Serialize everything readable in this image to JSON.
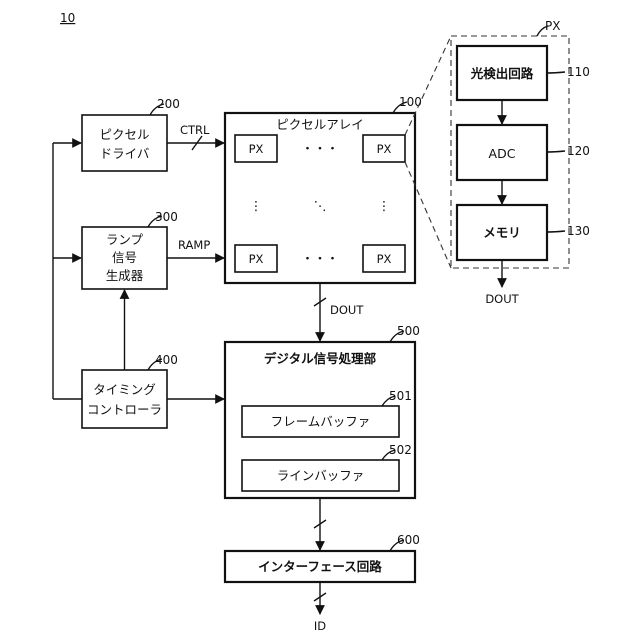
{
  "figure_ref": "10",
  "blocks": {
    "pixel_driver": {
      "ref": "200",
      "lines": [
        "ピクセル",
        "ドライバ"
      ]
    },
    "ramp_gen": {
      "ref": "300",
      "lines": [
        "ランプ",
        "信号",
        "生成器"
      ]
    },
    "timing_ctrl": {
      "ref": "400",
      "lines": [
        "タイミング",
        "コントローラ"
      ]
    },
    "pixel_array": {
      "ref": "100",
      "title": "ピクセルアレイ",
      "px_label": "PX"
    },
    "dsp": {
      "ref": "500",
      "title": "デジタル信号処理部"
    },
    "frame_buffer": {
      "ref": "501",
      "label": "フレームバッファ"
    },
    "line_buffer": {
      "ref": "502",
      "label": "ラインバッファ"
    },
    "interface": {
      "ref": "600",
      "label": "インターフェース回路"
    },
    "pd_circuit": {
      "ref": "110",
      "label": "光検出回路"
    },
    "adc": {
      "ref": "120",
      "label": "ADC"
    },
    "memory": {
      "ref": "130",
      "label": "メモリ"
    }
  },
  "signals": {
    "ctrl": "CTRL",
    "ramp": "RAMP",
    "dout_array": "DOUT",
    "dout_px": "DOUT",
    "id": "ID",
    "px_detail": "PX"
  },
  "dots": {
    "h": "・・・",
    "v": "⋮",
    "diag": "⋱"
  }
}
